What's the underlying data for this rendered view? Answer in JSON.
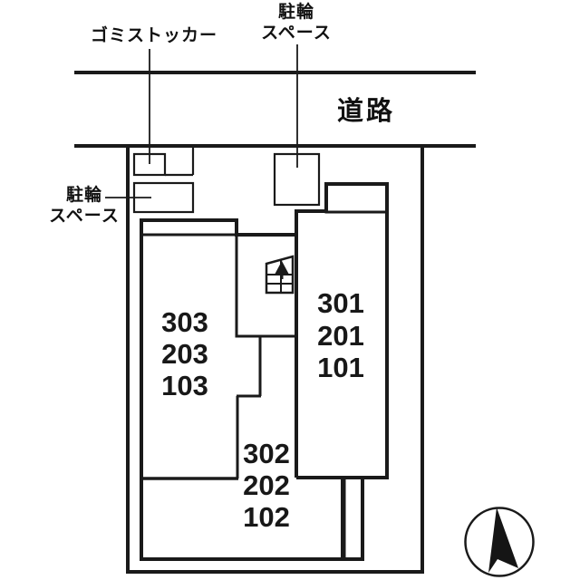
{
  "diagram": {
    "kind": "apartment-site-plan",
    "labels": {
      "garbage": "ゴミストッカー",
      "bike_top": {
        "line1": "駐輪",
        "line2": "スペース"
      },
      "bike_left": {
        "line1": "駐輪",
        "line2": "スペース"
      },
      "road": "道路"
    },
    "units": {
      "left": [
        "303",
        "203",
        "103"
      ],
      "middle": [
        "302",
        "202",
        "102"
      ],
      "right": [
        "301",
        "201",
        "101"
      ]
    },
    "icons": {
      "compass": "north-arrow-icon",
      "stairs": "staircase-icon"
    },
    "colors": {
      "building_fill": "#F9F1A3",
      "line": "#1A1A1A",
      "background": "#FFFFFF"
    }
  }
}
